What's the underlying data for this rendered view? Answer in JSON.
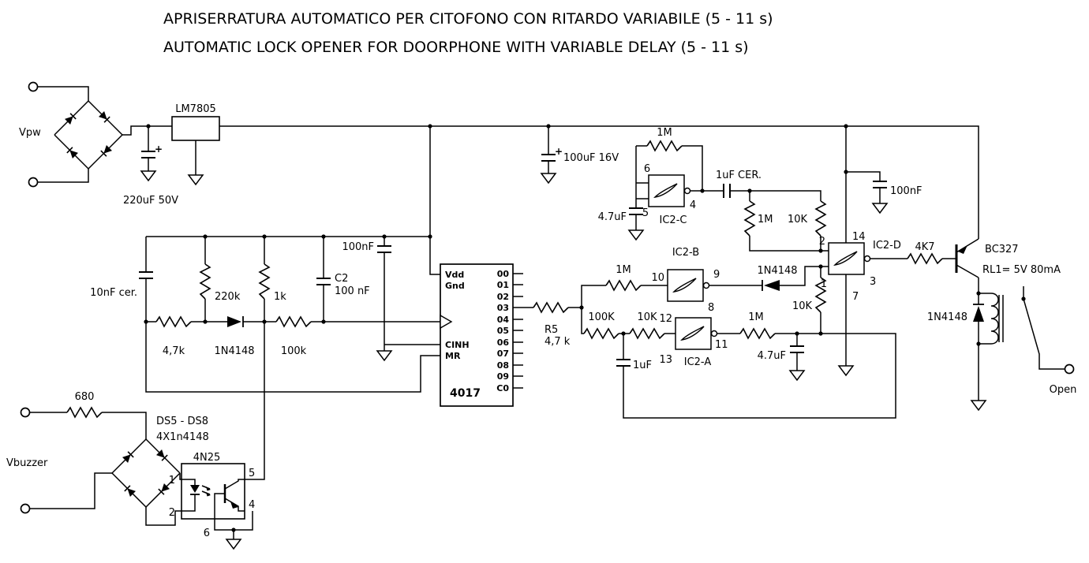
{
  "titles": {
    "line1": "APRISERRATURA AUTOMATICO PER CITOFONO CON RITARDO VARIABILE (5 - 11 s)",
    "line2": "AUTOMATIC LOCK OPENER FOR DOORPHONE WITH VARIABLE DELAY (5 - 11 s)"
  },
  "power": {
    "vpw": "Vpw",
    "regulator": "LM7805",
    "cap_in": "220uF 50V",
    "cap_out": "100uF 16V",
    "plus": "+"
  },
  "oscillator": {
    "c1": "10nF cer.",
    "r1": "220k",
    "r2": "1k",
    "c2_name": "C2",
    "c2_value": "100 nF",
    "c3": "100nF",
    "r3": "4,7k",
    "d1": "1N4148",
    "r4": "100k"
  },
  "counter": {
    "part": "4017",
    "vdd": "Vdd",
    "gnd": "Gnd",
    "cinh": "CINH",
    "mr": "MR",
    "outputs": [
      "00",
      "01",
      "02",
      "03",
      "04",
      "05",
      "06",
      "07",
      "08",
      "09",
      "C0"
    ]
  },
  "r5": {
    "name": "R5",
    "value": "4,7 k"
  },
  "ic2c": {
    "name": "IC2-C",
    "pin6": "6",
    "pin5": "5",
    "pin4": "4",
    "r_feedback": "1M",
    "c_input": "4.7uF",
    "c_output": "1uF CER.",
    "r_pull1": "1M",
    "r_pull2": "10K"
  },
  "ic2d": {
    "name": "IC2-D",
    "pin2": "2",
    "pin14": "14",
    "pin1": "1",
    "pin3": "3",
    "pin7": "7",
    "c_decouple": "100nF",
    "r_output": "4K7"
  },
  "ic2b": {
    "name": "IC2-B",
    "pin10": "10",
    "pin9": "9",
    "pin8": "8",
    "r_input": "1M",
    "d_output": "1N4148",
    "r_pull": "10K"
  },
  "ic2a": {
    "name": "IC2-A",
    "pin12": "12",
    "pin13": "13",
    "pin11": "11",
    "r_input1": "100K",
    "r_input2": "10K",
    "c_input": "1uF",
    "r_output": "1M",
    "c_output": "4.7uF"
  },
  "output_stage": {
    "transistor": "BC327",
    "relay": "RL1= 5V 80mA",
    "diode": "1N4148",
    "terminal": "Open"
  },
  "buzzer_input": {
    "resistor": "680",
    "bridge_name": "DS5 - DS8",
    "bridge_diodes": "4X1n4148",
    "label": "Vbuzzer",
    "opto": "4N25",
    "pin1": "1",
    "pin2": "2",
    "pin5": "5",
    "pin4": "4",
    "pin6": "6"
  }
}
